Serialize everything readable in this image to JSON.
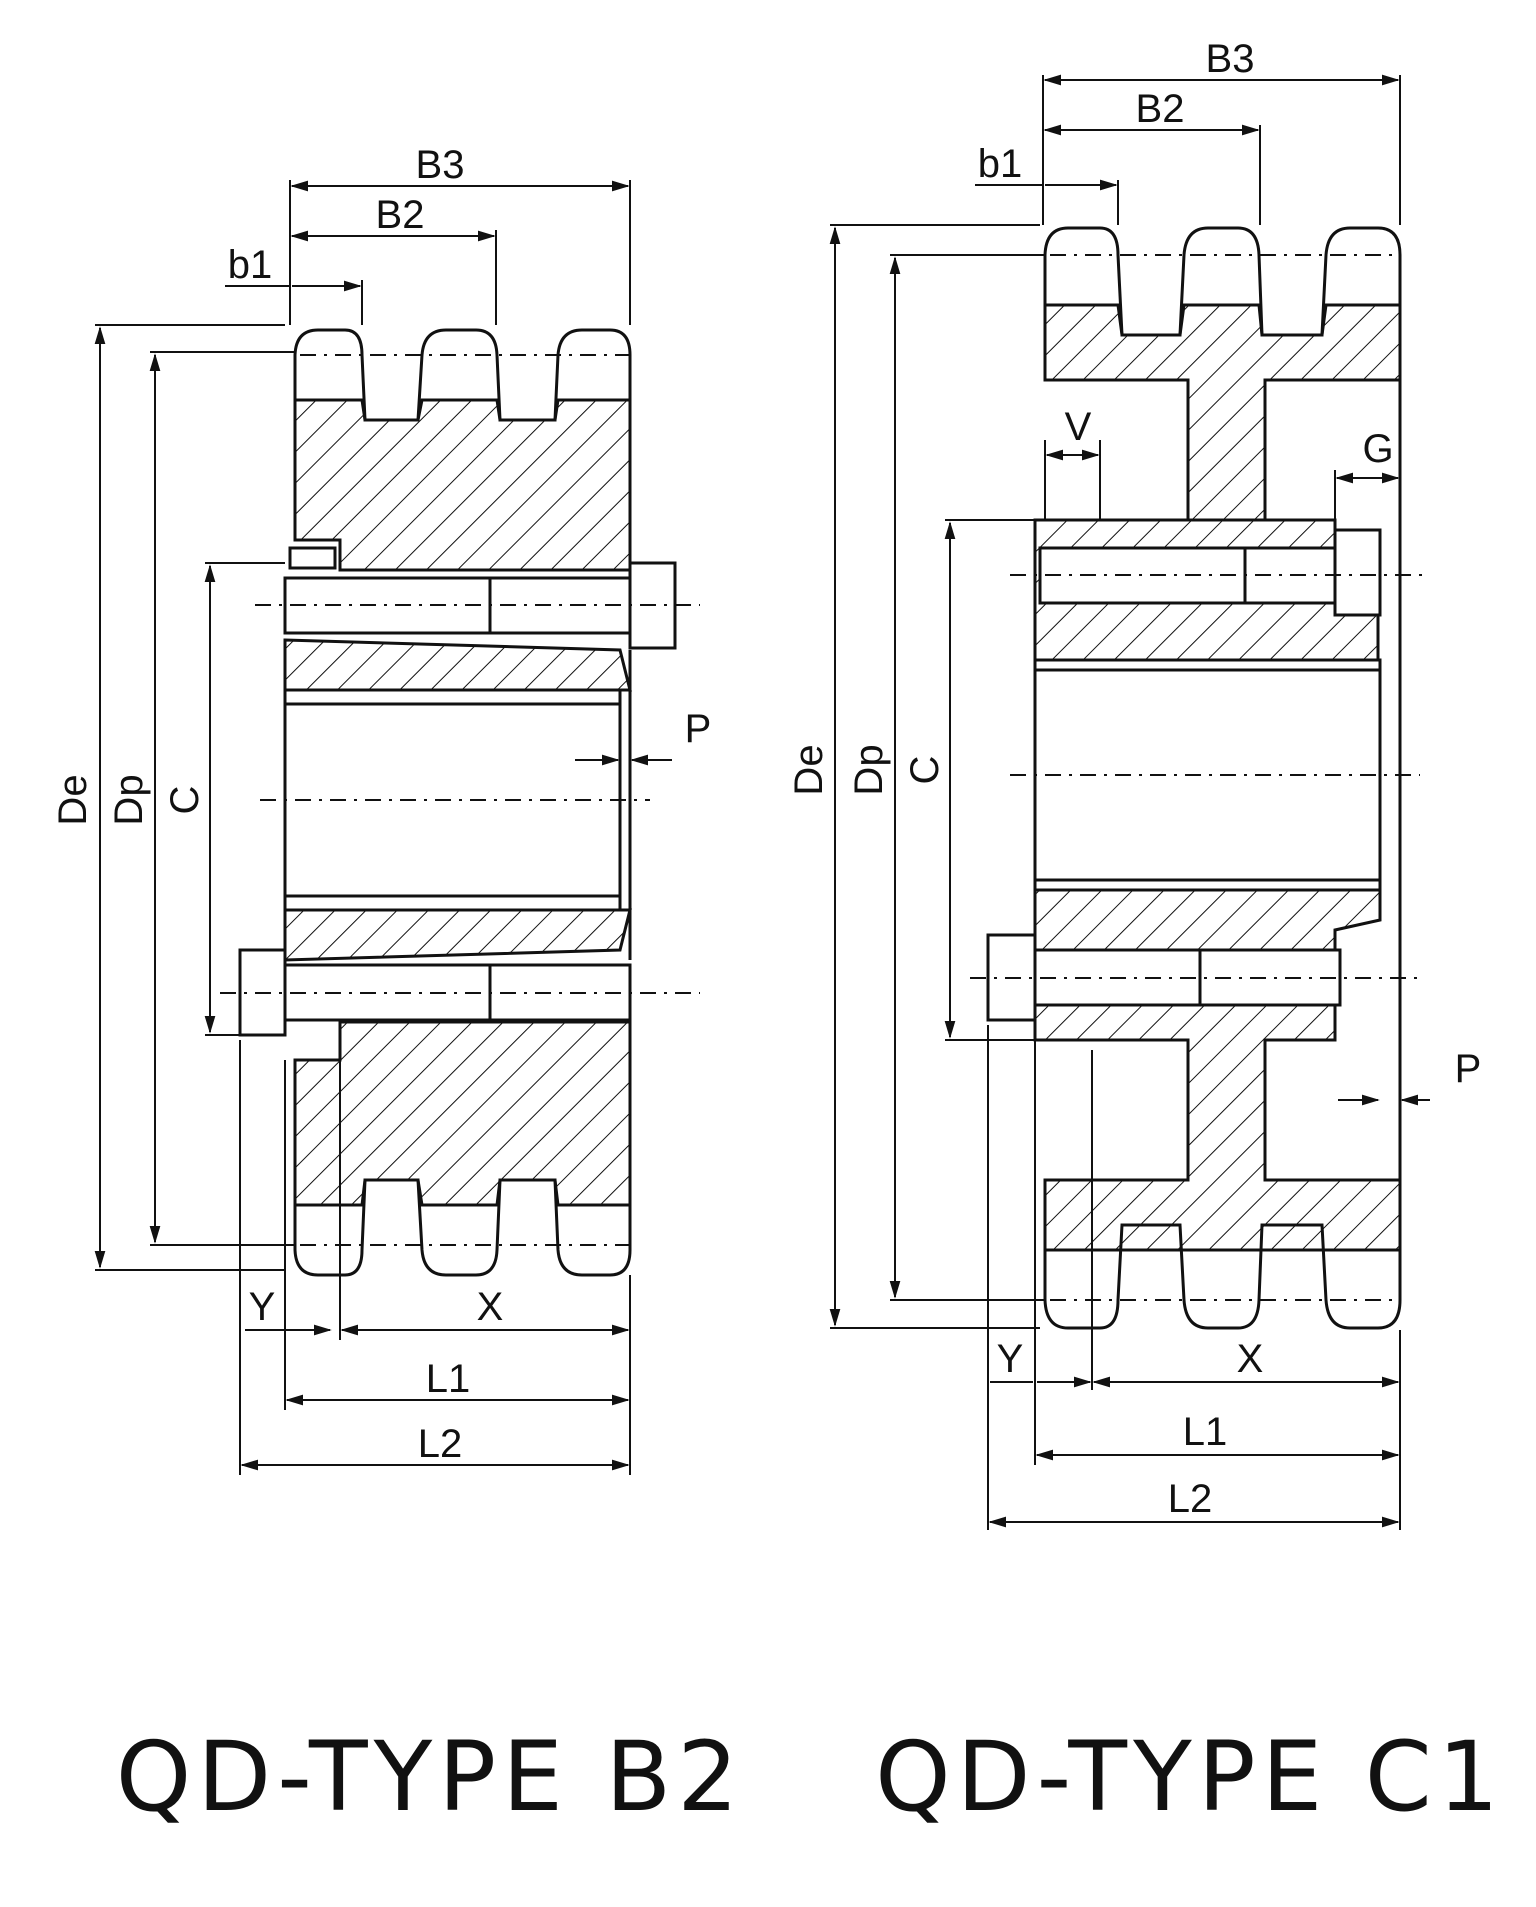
{
  "diagrams": [
    {
      "title": "QD-TYPE B2",
      "labels": {
        "b3": "B3",
        "b2": "B2",
        "b1": "b1",
        "de": "De",
        "dp": "Dp",
        "c": "C",
        "p": "P",
        "y": "Y",
        "x": "X",
        "l1": "L1",
        "l2": "L2"
      }
    },
    {
      "title": "QD-TYPE C1",
      "labels": {
        "b3": "B3",
        "b2": "B2",
        "b1": "b1",
        "v": "V",
        "g": "G",
        "de": "De",
        "dp": "Dp",
        "c": "C",
        "p": "P",
        "y": "Y",
        "x": "X",
        "l1": "L1",
        "l2": "L2"
      }
    }
  ],
  "colors": {
    "line": "#111111",
    "background": "#ffffff"
  }
}
